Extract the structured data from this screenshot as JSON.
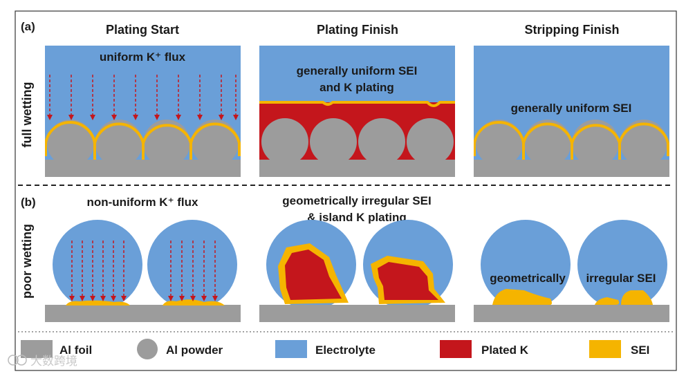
{
  "panel_a": {
    "label": "(a)",
    "row_label": "full wetting",
    "col1_title": "Plating Start",
    "col2_title": "Plating Finish",
    "col3_title": "Stripping Finish",
    "flux_text": "uniform K⁺ flux",
    "plating_text_1": "generally uniform SEI",
    "plating_text_2": "and K plating",
    "stripping_text": "generally uniform SEI"
  },
  "panel_b": {
    "label": "(b)",
    "row_label": "poor wetting",
    "flux_text": "non-uniform K⁺ flux",
    "plating_text_1": "geometrically irregular SEI",
    "plating_text_2": "& island K plating",
    "stripping_text_1": "geometrically",
    "stripping_text_2": "irregular SEI"
  },
  "legend": {
    "al_foil": "Al foil",
    "al_powder": "Al powder",
    "electrolyte": "Electrolyte",
    "plated_k": "Plated K",
    "sei": "SEI"
  },
  "watermark": "大数跨境",
  "colors": {
    "electrolyte": "#6a9fd8",
    "al": "#9c9c9c",
    "plated_k": "#c4161c",
    "sei": "#f5b400",
    "arrow": "#c4161c"
  }
}
